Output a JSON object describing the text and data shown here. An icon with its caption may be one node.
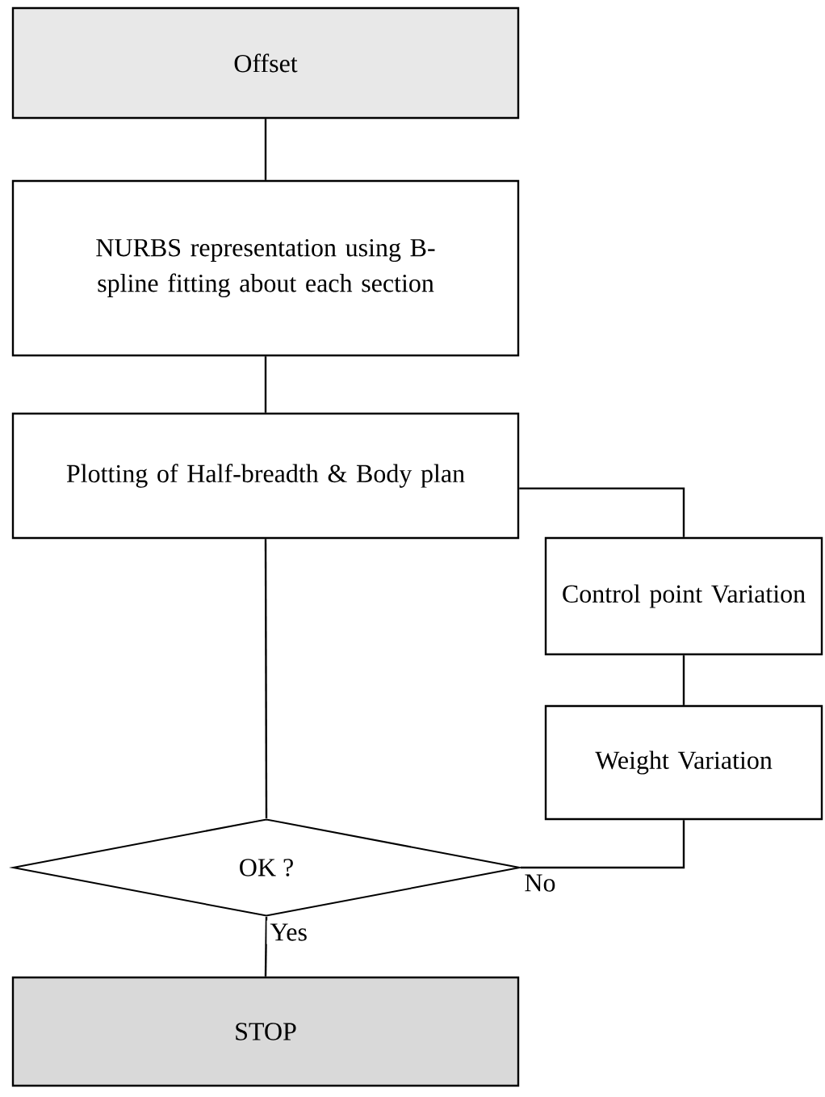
{
  "diagram": {
    "nodes": [
      {
        "text": [
          "Offset"
        ]
      },
      {
        "text": [
          "NURBS representation using B-spline fitting about each section"
        ]
      },
      {
        "text": [
          "Plotting of Half-breadth & Body plan"
        ]
      },
      {
        "text": [
          "Control point Variation"
        ]
      },
      {
        "text": [
          "Weight Variation"
        ]
      },
      {
        "text": [
          "OK ?"
        ]
      },
      {
        "text": [
          "STOP"
        ]
      }
    ],
    "edges": [
      {
        "from": 0,
        "to": 1,
        "arrow": "none"
      },
      {
        "from": 1,
        "to": 2,
        "arrow": "none"
      },
      {
        "from": 2,
        "to": 5,
        "arrow": "none"
      },
      {
        "from": 2,
        "to": 3,
        "arrow": "none"
      },
      {
        "from": 3,
        "to": 4,
        "arrow": "none"
      },
      {
        "from": 4,
        "to": 5,
        "arrow": "none",
        "label": "No"
      },
      {
        "from": 5,
        "to": 6,
        "arrow": "none",
        "label": "Yes"
      }
    ]
  }
}
